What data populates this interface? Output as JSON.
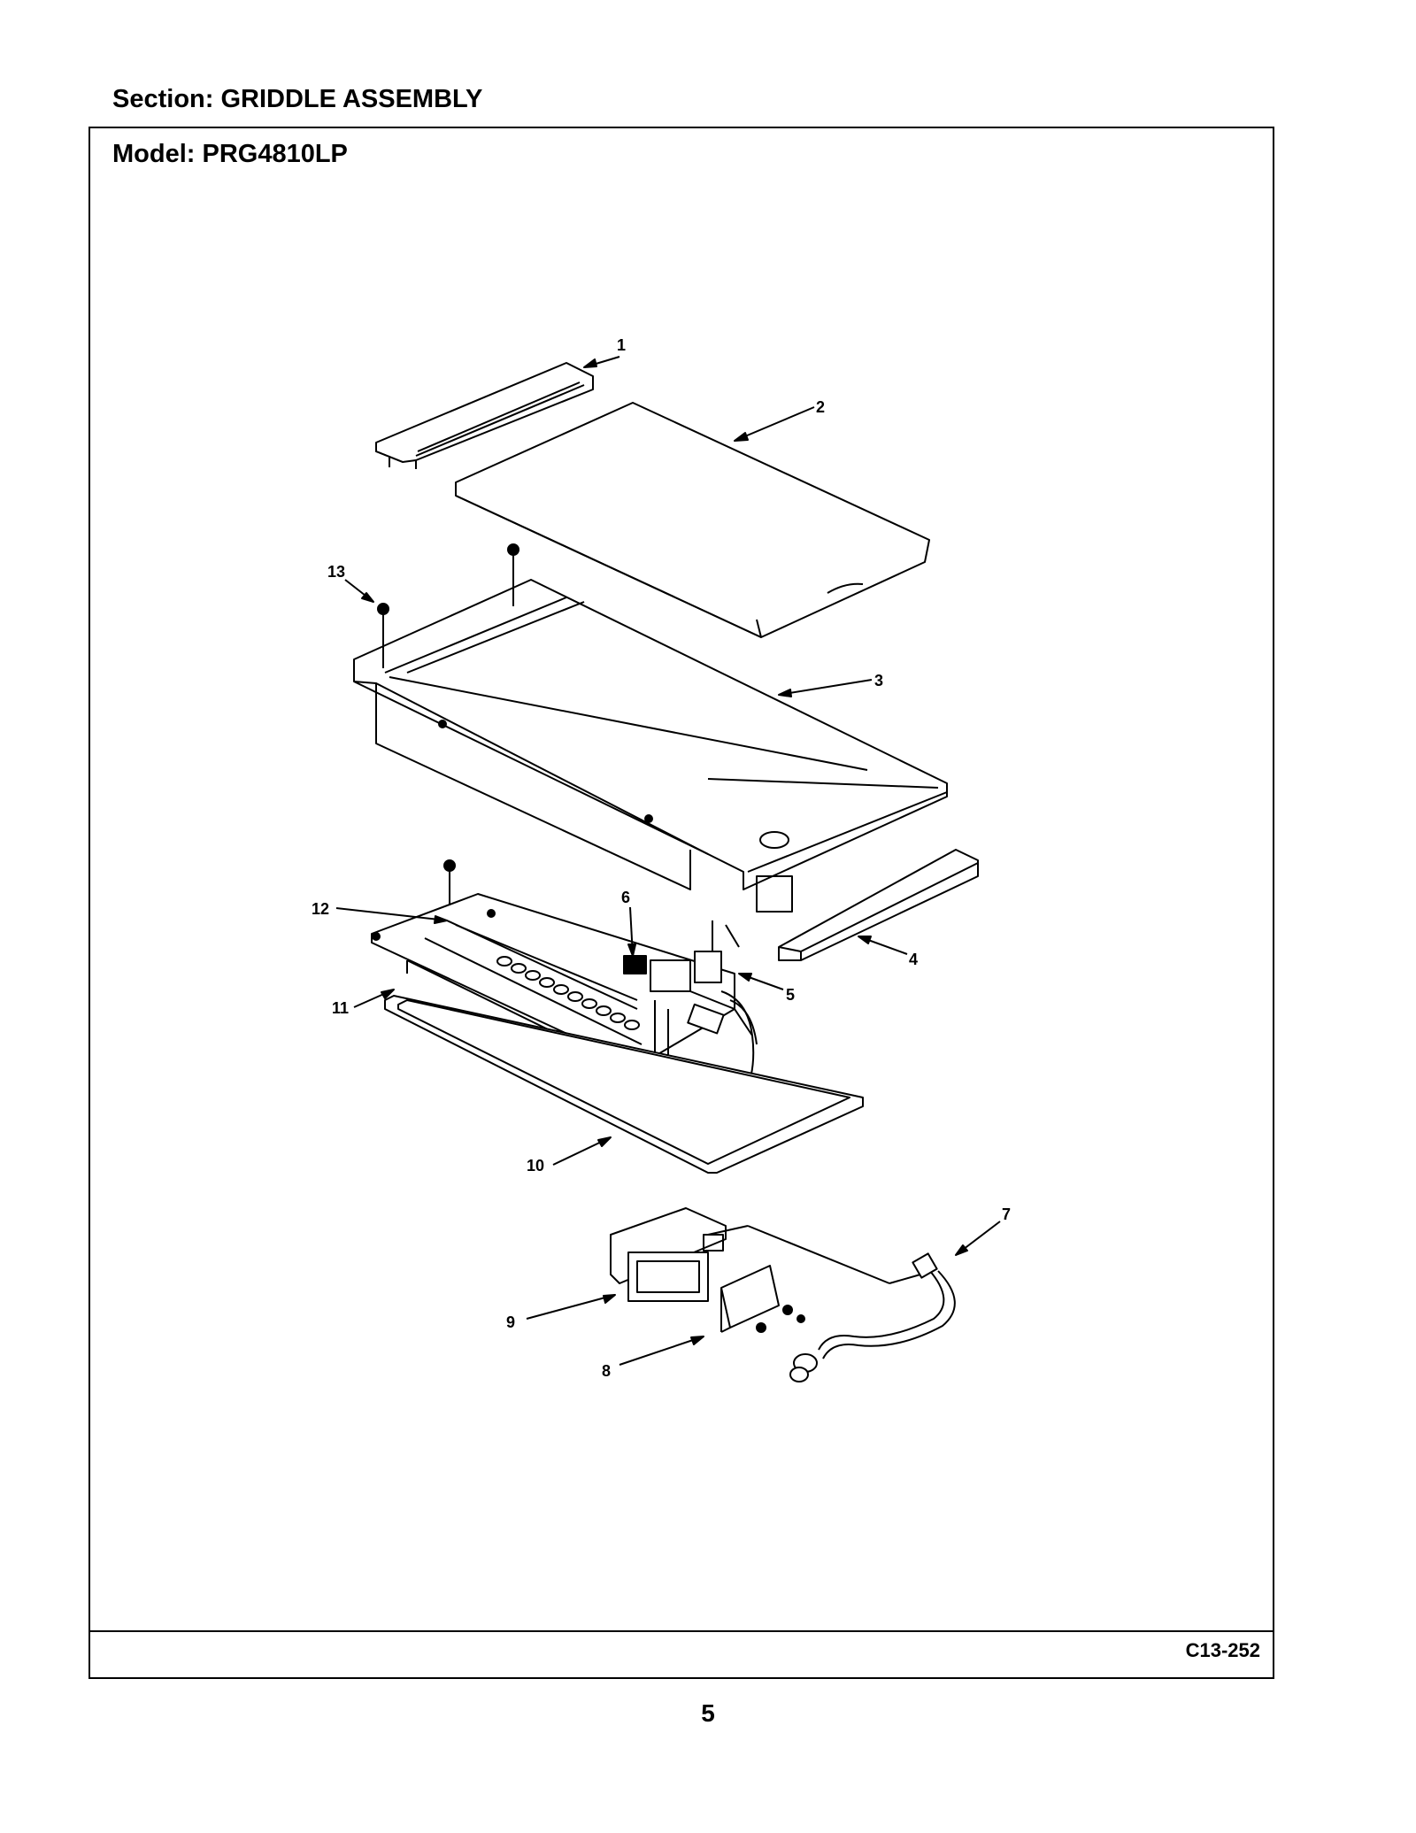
{
  "header": {
    "section_label": "Section:  GRIDDLE ASSEMBLY"
  },
  "frame": {
    "model_label": "Model:  PRG4810LP",
    "drawing_code": "C13-252"
  },
  "footer": {
    "page_number": "5"
  },
  "callouts": [
    "1",
    "2",
    "3",
    "4",
    "5",
    "6",
    "7",
    "8",
    "9",
    "10",
    "11",
    "12",
    "13"
  ]
}
